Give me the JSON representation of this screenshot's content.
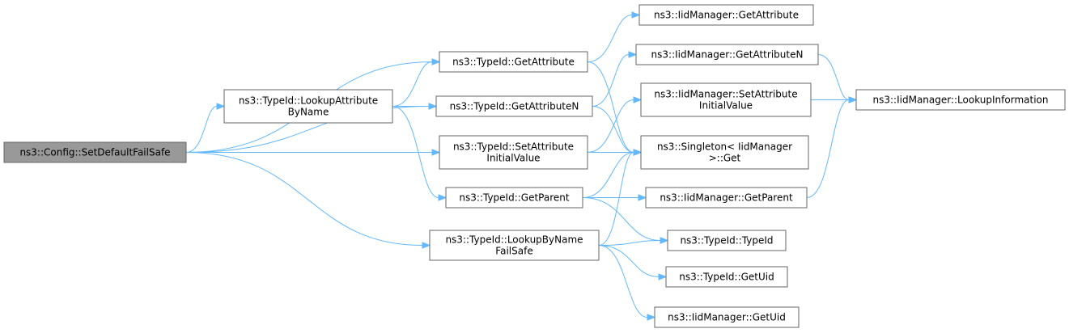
{
  "diagram": {
    "nodes": [
      {
        "id": "setdefault",
        "lines": [
          "ns3::Config::SetDefaultFailSafe"
        ],
        "root": true
      },
      {
        "id": "lookupattr",
        "lines": [
          "ns3::TypeId::LookupAttribute",
          "ByName"
        ]
      },
      {
        "id": "getattribute",
        "lines": [
          "ns3::TypeId::GetAttribute"
        ]
      },
      {
        "id": "getattributen",
        "lines": [
          "ns3::TypeId::GetAttributeN"
        ]
      },
      {
        "id": "setattrinit",
        "lines": [
          "ns3::TypeId::SetAttribute",
          "InitialValue"
        ]
      },
      {
        "id": "getparent",
        "lines": [
          "ns3::TypeId::GetParent"
        ]
      },
      {
        "id": "lookupbyname",
        "lines": [
          "ns3::TypeId::LookupByName",
          "FailSafe"
        ]
      },
      {
        "id": "iid_getattribute",
        "lines": [
          "ns3::IidManager::GetAttribute"
        ]
      },
      {
        "id": "iid_getattributen",
        "lines": [
          "ns3::IidManager::GetAttributeN"
        ]
      },
      {
        "id": "iid_setattrinit",
        "lines": [
          "ns3::IidManager::SetAttribute",
          "InitialValue"
        ]
      },
      {
        "id": "singleton",
        "lines": [
          "ns3::Singleton< IidManager",
          " >::Get"
        ]
      },
      {
        "id": "iid_getparent",
        "lines": [
          "ns3::IidManager::GetParent"
        ]
      },
      {
        "id": "typeid_ctor",
        "lines": [
          "ns3::TypeId::TypeId"
        ]
      },
      {
        "id": "typeid_getuid",
        "lines": [
          "ns3::TypeId::GetUid"
        ]
      },
      {
        "id": "iid_getuid",
        "lines": [
          "ns3::IidManager::GetUid"
        ]
      },
      {
        "id": "iid_lookupinfo",
        "lines": [
          "ns3::IidManager::LookupInformation"
        ]
      }
    ],
    "edges": [
      {
        "from": "setdefault",
        "to": "lookupattr"
      },
      {
        "from": "setdefault",
        "to": "getattribute"
      },
      {
        "from": "setdefault",
        "to": "getattributen"
      },
      {
        "from": "setdefault",
        "to": "setattrinit"
      },
      {
        "from": "setdefault",
        "to": "lookupbyname"
      },
      {
        "from": "lookupattr",
        "to": "getattribute"
      },
      {
        "from": "lookupattr",
        "to": "getattributen"
      },
      {
        "from": "lookupattr",
        "to": "getparent"
      },
      {
        "from": "getattribute",
        "to": "iid_getattribute"
      },
      {
        "from": "getattribute",
        "to": "singleton"
      },
      {
        "from": "getattributen",
        "to": "iid_getattributen"
      },
      {
        "from": "getattributen",
        "to": "singleton"
      },
      {
        "from": "setattrinit",
        "to": "iid_setattrinit"
      },
      {
        "from": "setattrinit",
        "to": "singleton"
      },
      {
        "from": "getparent",
        "to": "singleton"
      },
      {
        "from": "getparent",
        "to": "iid_getparent"
      },
      {
        "from": "getparent",
        "to": "typeid_ctor"
      },
      {
        "from": "lookupbyname",
        "to": "singleton"
      },
      {
        "from": "lookupbyname",
        "to": "typeid_ctor"
      },
      {
        "from": "lookupbyname",
        "to": "typeid_getuid"
      },
      {
        "from": "lookupbyname",
        "to": "iid_getuid"
      },
      {
        "from": "iid_getattributen",
        "to": "iid_lookupinfo"
      },
      {
        "from": "iid_setattrinit",
        "to": "iid_lookupinfo"
      },
      {
        "from": "iid_getparent",
        "to": "iid_lookupinfo"
      }
    ]
  }
}
